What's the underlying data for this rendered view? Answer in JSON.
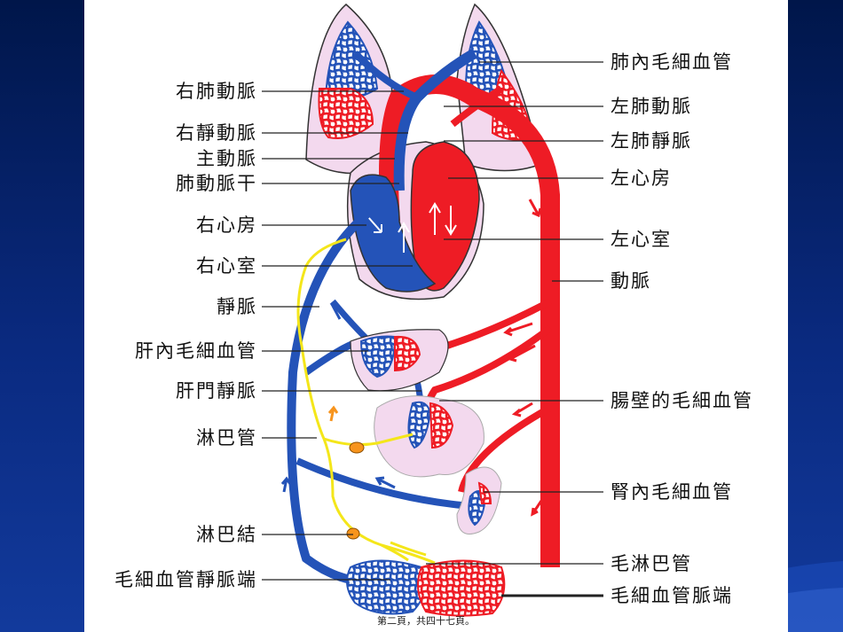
{
  "labels": {
    "right_pulmonary_artery": "右肺動脈",
    "right_pulmonary_vein": "右靜動脈",
    "aorta": "主動脈",
    "pulmonary_trunk": "肺動脈干",
    "right_atrium": "右心房",
    "right_ventricle": "右心室",
    "vein": "靜脈",
    "liver_capillaries": "肝內毛細血管",
    "hepatic_portal_vein": "肝門靜脈",
    "lymph_vessel": "淋巴管",
    "lymph_node": "淋巴結",
    "capillary_venous_end": "毛細血管靜脈端",
    "lung_capillaries": "肺內毛細血管",
    "left_pulmonary_artery": "左肺動脈",
    "left_pulmonary_vein": "左肺靜脈",
    "left_atrium": "左心房",
    "left_ventricle": "左心室",
    "artery": "動脈",
    "intestine_capillaries": "腸壁的毛細血管",
    "kidney_capillaries": "腎內毛細血管",
    "lymph_capillaries": "毛淋巴管",
    "capillary_arterial_end": "毛細血管脈端"
  },
  "footer": "第二頁，共四十七頁。",
  "colors": {
    "venous_blue": "#2453b8",
    "arterial_red": "#ee1c25",
    "lymph_yellow": "#f4e61a",
    "organ_pink": "#f3d9ee",
    "arrow_orange": "#f7941d"
  }
}
